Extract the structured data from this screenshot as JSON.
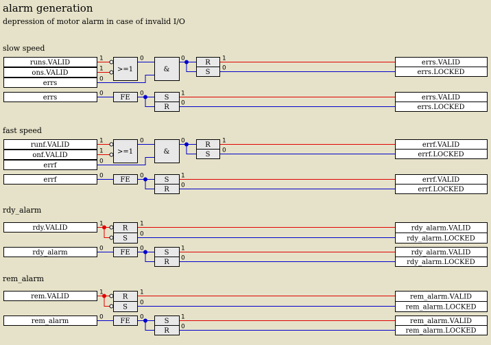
{
  "title": "alarm generation",
  "subtitle": "depression of motor alarm in case of invalid I/O",
  "colors": {
    "background": "#e6e2c9",
    "signal_true": "#e00000",
    "signal_false": "#0000cc",
    "block_fill": "#e8e8e8"
  },
  "sections": [
    {
      "label": "slow speed",
      "rows": [
        {
          "type": "or-and-rs",
          "inputs": [
            {
              "name": "runs.VALID",
              "value": "1",
              "negated": true
            },
            {
              "name": "ons.VALID",
              "value": "1",
              "negated": true
            },
            {
              "name": "errs",
              "value": "0"
            }
          ],
          "or_label": ">=1",
          "or_out": "0",
          "and_label": "&",
          "and_out": "0",
          "ff_top": "R",
          "ff_bottom": "S",
          "out_top": "1",
          "out_bottom": "0",
          "outputs": [
            "errs.VALID",
            "errs.LOCKED"
          ]
        },
        {
          "type": "fe-sr",
          "input": {
            "name": "errs",
            "value": "0"
          },
          "fe_label": "FE",
          "fe_out": "0",
          "ff_top": "S",
          "ff_bottom": "R",
          "out_top": "1",
          "out_bottom": "0",
          "outputs": [
            "errs.VALID",
            "errs.LOCKED"
          ]
        }
      ]
    },
    {
      "label": "fast speed",
      "rows": [
        {
          "type": "or-and-rs",
          "inputs": [
            {
              "name": "runf.VALID",
              "value": "1",
              "negated": true
            },
            {
              "name": "onf.VALID",
              "value": "1",
              "negated": true
            },
            {
              "name": "errf",
              "value": "0"
            }
          ],
          "or_label": ">=1",
          "or_out": "0",
          "and_label": "&",
          "and_out": "0",
          "ff_top": "R",
          "ff_bottom": "S",
          "out_top": "1",
          "out_bottom": "0",
          "outputs": [
            "errf.VALID",
            "errf.LOCKED"
          ]
        },
        {
          "type": "fe-sr",
          "input": {
            "name": "errf",
            "value": "0"
          },
          "fe_label": "FE",
          "fe_out": "0",
          "ff_top": "S",
          "ff_bottom": "R",
          "out_top": "1",
          "out_bottom": "0",
          "outputs": [
            "errf.VALID",
            "errf.LOCKED"
          ]
        }
      ]
    },
    {
      "label": "rdy_alarm",
      "rows": [
        {
          "type": "direct-rs",
          "input": {
            "name": "rdy.VALID",
            "value": "1"
          },
          "ff_top": "R",
          "ff_bottom": "S",
          "out_top": "1",
          "out_bottom": "0",
          "outputs": [
            "rdy_alarm.VALID",
            "rdy_alarm.LOCKED"
          ]
        },
        {
          "type": "fe-sr",
          "input": {
            "name": "rdy_alarm",
            "value": "0"
          },
          "fe_label": "FE",
          "fe_out": "0",
          "ff_top": "S",
          "ff_bottom": "R",
          "out_top": "1",
          "out_bottom": "0",
          "outputs": [
            "rdy_alarm.VALID",
            "rdy_alarm.LOCKED"
          ]
        }
      ]
    },
    {
      "label": "rem_alarm",
      "rows": [
        {
          "type": "direct-rs",
          "input": {
            "name": "rem.VALID",
            "value": "1"
          },
          "ff_top": "R",
          "ff_bottom": "S",
          "out_top": "1",
          "out_bottom": "0",
          "outputs": [
            "rem_alarm.VALID",
            "rem_alarm.LOCKED"
          ]
        },
        {
          "type": "fe-sr",
          "input": {
            "name": "rem_alarm",
            "value": "0"
          },
          "fe_label": "FE",
          "fe_out": "0",
          "ff_top": "S",
          "ff_bottom": "R",
          "out_top": "1",
          "out_bottom": "0",
          "outputs": [
            "rem_alarm.VALID",
            "rem_alarm.LOCKED"
          ]
        }
      ]
    }
  ]
}
